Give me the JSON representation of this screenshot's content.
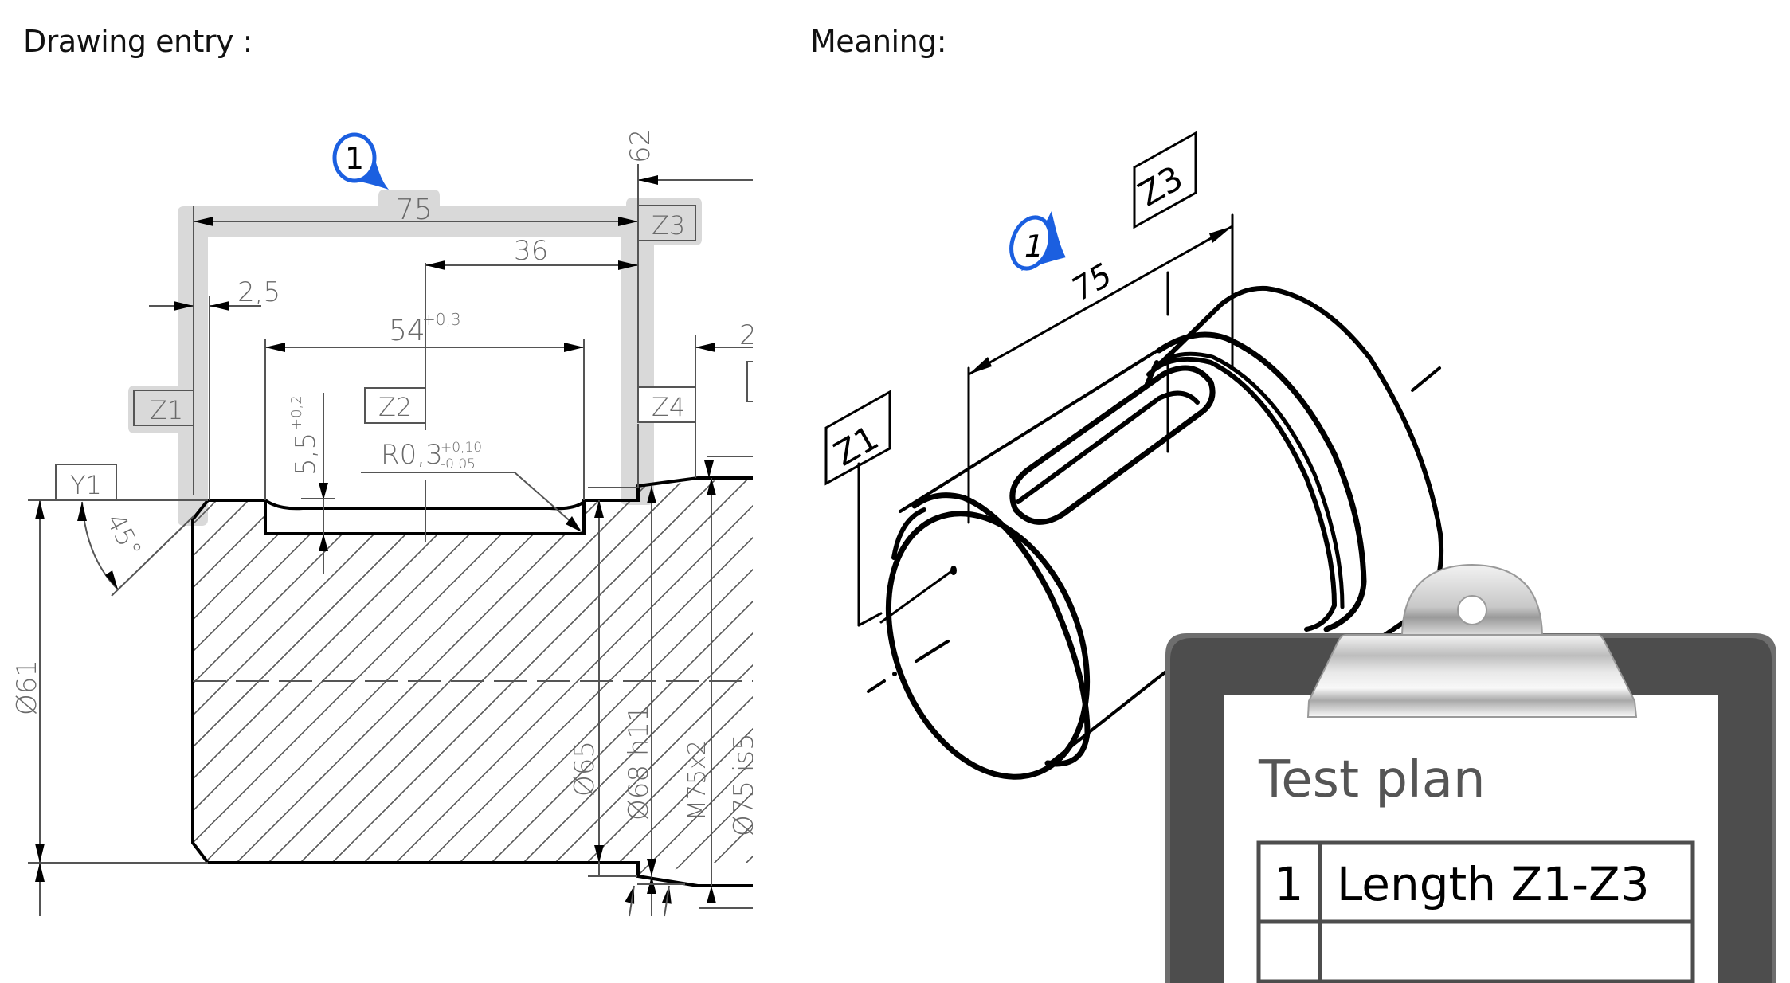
{
  "headings": {
    "left": "Drawing entry :",
    "right": "Meaning:"
  },
  "colors": {
    "marker_blue": "#1b5fe0",
    "highlight_gray": "#d9d9d9",
    "clipboard_frame": "#4d4d4d",
    "clipboard_rim": "#6e6e6e",
    "cad_text": "#6a6a6a"
  },
  "drawing": {
    "marker_number": "1",
    "dimension_75": "75",
    "dimension_36": "36",
    "dimension_2_5": "2,5",
    "dimension_54": "54",
    "dimension_54_tol": "+0,3",
    "dimension_5_5": "5,5",
    "dimension_5_5_tol": "+0,2",
    "radius": "R0,3",
    "radius_tol_upper": "+0,10",
    "radius_tol_lower": "-0,05",
    "dimension_62": "62",
    "dimension_2_partial": "2",
    "angle": "45°",
    "diameter_61": "Ø61",
    "diameter_65": "Ø65",
    "diameter_68": "Ø68 h11",
    "thread": "M75x2",
    "diameter_75_partial": "Ø75 js5",
    "labels": {
      "z1": "Z1",
      "z2": "Z2",
      "z3": "Z3",
      "z4": "Z4",
      "y1": "Y1"
    }
  },
  "meaning": {
    "marker_number": "1",
    "dimension": "75",
    "label_start": "Z1",
    "label_end": "Z3"
  },
  "test_plan": {
    "title": "Test plan",
    "rows": [
      {
        "number": "1",
        "description": "Length Z1-Z3"
      },
      {
        "number": "",
        "description": ""
      },
      {
        "number": "",
        "description": ""
      }
    ]
  }
}
